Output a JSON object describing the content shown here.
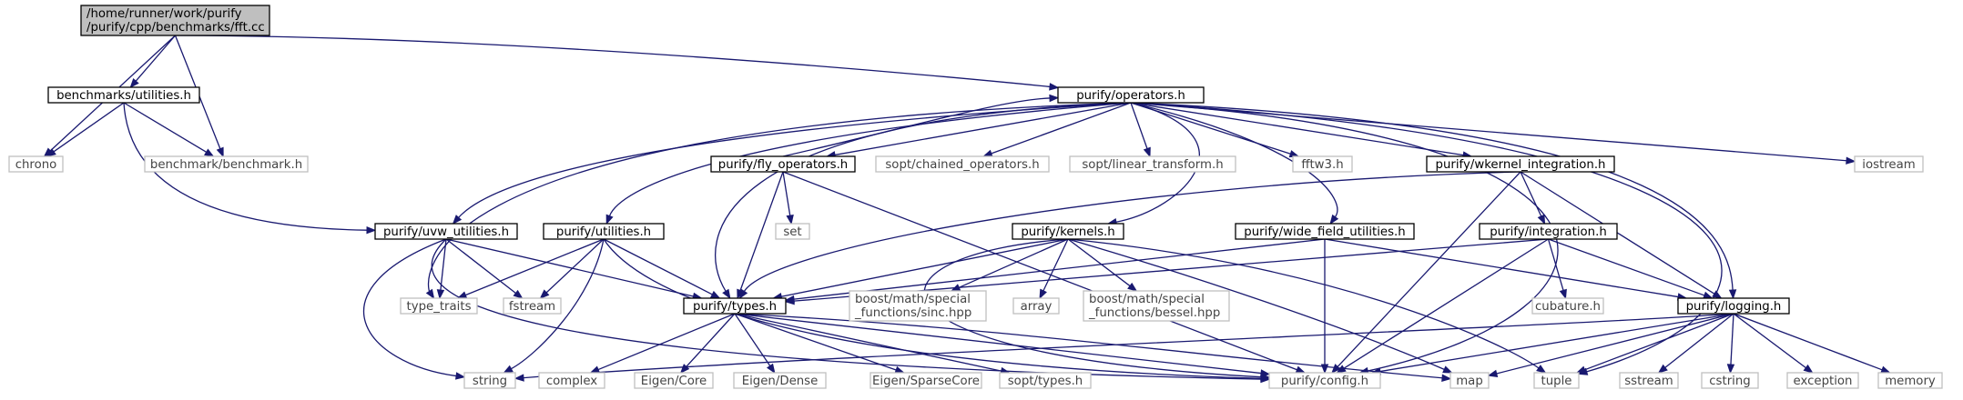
{
  "graph": {
    "colors": {
      "edge": "#191970",
      "root_fill": "#bfbfbf",
      "node_border": "#000000",
      "external_border": "#bfbfbf",
      "external_text": "#444444"
    },
    "nodes": [
      {
        "id": "fft_cc",
        "kind": "root",
        "lines": [
          "/home/runner/work/purify",
          "/purify/cpp/benchmarks/fft.cc"
        ]
      },
      {
        "id": "chrono",
        "kind": "external",
        "lines": [
          "chrono"
        ]
      },
      {
        "id": "bench_utilities",
        "kind": "internal",
        "lines": [
          "benchmarks/utilities.h"
        ]
      },
      {
        "id": "benchmark",
        "kind": "external",
        "lines": [
          "benchmark/benchmark.h"
        ]
      },
      {
        "id": "operators",
        "kind": "internal",
        "lines": [
          "purify/operators.h"
        ]
      },
      {
        "id": "iostream",
        "kind": "external",
        "lines": [
          "iostream"
        ]
      },
      {
        "id": "fly_operators",
        "kind": "internal",
        "lines": [
          "purify/fly_operators.h"
        ]
      },
      {
        "id": "chained_operators",
        "kind": "external",
        "lines": [
          "sopt/chained_operators.h"
        ]
      },
      {
        "id": "linear_transform",
        "kind": "external",
        "lines": [
          "sopt/linear_transform.h"
        ]
      },
      {
        "id": "fftw3",
        "kind": "external",
        "lines": [
          "fftw3.h"
        ]
      },
      {
        "id": "wkernel",
        "kind": "internal",
        "lines": [
          "purify/wkernel_integration.h"
        ]
      },
      {
        "id": "set",
        "kind": "external",
        "lines": [
          "set"
        ]
      },
      {
        "id": "uvw_utilities",
        "kind": "internal",
        "lines": [
          "purify/uvw_utilities.h"
        ]
      },
      {
        "id": "utilities",
        "kind": "internal",
        "lines": [
          "purify/utilities.h"
        ]
      },
      {
        "id": "kernels",
        "kind": "internal",
        "lines": [
          "purify/kernels.h"
        ]
      },
      {
        "id": "wide_field",
        "kind": "internal",
        "lines": [
          "purify/wide_field_utilities.h"
        ]
      },
      {
        "id": "integration",
        "kind": "internal",
        "lines": [
          "purify/integration.h"
        ]
      },
      {
        "id": "type_traits",
        "kind": "external",
        "lines": [
          "type_traits"
        ]
      },
      {
        "id": "fstream",
        "kind": "external",
        "lines": [
          "fstream"
        ]
      },
      {
        "id": "types",
        "kind": "internal",
        "lines": [
          "purify/types.h"
        ]
      },
      {
        "id": "sinc",
        "kind": "external",
        "lines": [
          "boost/math/special",
          "_functions/sinc.hpp"
        ]
      },
      {
        "id": "array",
        "kind": "external",
        "lines": [
          "array"
        ]
      },
      {
        "id": "bessel",
        "kind": "external",
        "lines": [
          "boost/math/special",
          "_functions/bessel.hpp"
        ]
      },
      {
        "id": "cubature",
        "kind": "external",
        "lines": [
          "cubature.h"
        ]
      },
      {
        "id": "logging",
        "kind": "internal",
        "lines": [
          "purify/logging.h"
        ]
      },
      {
        "id": "string",
        "kind": "external",
        "lines": [
          "string"
        ]
      },
      {
        "id": "complex",
        "kind": "external",
        "lines": [
          "complex"
        ]
      },
      {
        "id": "eigen_core",
        "kind": "external",
        "lines": [
          "Eigen/Core"
        ]
      },
      {
        "id": "eigen_dense",
        "kind": "external",
        "lines": [
          "Eigen/Dense"
        ]
      },
      {
        "id": "eigen_sparse",
        "kind": "external",
        "lines": [
          "Eigen/SparseCore"
        ]
      },
      {
        "id": "sopt_types",
        "kind": "external",
        "lines": [
          "sopt/types.h"
        ]
      },
      {
        "id": "config",
        "kind": "external",
        "lines": [
          "purify/config.h"
        ]
      },
      {
        "id": "map",
        "kind": "external",
        "lines": [
          "map"
        ]
      },
      {
        "id": "tuple",
        "kind": "external",
        "lines": [
          "tuple"
        ]
      },
      {
        "id": "sstream",
        "kind": "external",
        "lines": [
          "sstream"
        ]
      },
      {
        "id": "cstring",
        "kind": "external",
        "lines": [
          "cstring"
        ]
      },
      {
        "id": "exception",
        "kind": "external",
        "lines": [
          "exception"
        ]
      },
      {
        "id": "memory",
        "kind": "external",
        "lines": [
          "memory"
        ]
      }
    ],
    "edges": [
      {
        "from": "fft_cc",
        "to": "chrono"
      },
      {
        "from": "fft_cc",
        "to": "bench_utilities"
      },
      {
        "from": "fft_cc",
        "to": "benchmark"
      },
      {
        "from": "fft_cc",
        "to": "operators"
      },
      {
        "from": "bench_utilities",
        "to": "chrono"
      },
      {
        "from": "bench_utilities",
        "to": "benchmark"
      },
      {
        "from": "bench_utilities",
        "to": "uvw_utilities"
      },
      {
        "from": "operators",
        "to": "iostream"
      },
      {
        "from": "operators",
        "to": "fly_operators"
      },
      {
        "from": "operators",
        "to": "chained_operators"
      },
      {
        "from": "operators",
        "to": "linear_transform"
      },
      {
        "from": "operators",
        "to": "fftw3"
      },
      {
        "from": "operators",
        "to": "wkernel"
      },
      {
        "from": "operators",
        "to": "uvw_utilities"
      },
      {
        "from": "operators",
        "to": "utilities"
      },
      {
        "from": "operators",
        "to": "kernels"
      },
      {
        "from": "operators",
        "to": "wide_field"
      },
      {
        "from": "operators",
        "to": "type_traits"
      },
      {
        "from": "operators",
        "to": "types"
      },
      {
        "from": "operators",
        "to": "logging"
      },
      {
        "from": "operators",
        "to": "config"
      },
      {
        "from": "operators",
        "to": "tuple"
      },
      {
        "from": "fly_operators",
        "to": "operators"
      },
      {
        "from": "fly_operators",
        "to": "set"
      },
      {
        "from": "fly_operators",
        "to": "types"
      },
      {
        "from": "fly_operators",
        "to": "config"
      },
      {
        "from": "wkernel",
        "to": "integration"
      },
      {
        "from": "wkernel",
        "to": "logging"
      },
      {
        "from": "wkernel",
        "to": "types"
      },
      {
        "from": "wkernel",
        "to": "config"
      },
      {
        "from": "uvw_utilities",
        "to": "type_traits"
      },
      {
        "from": "uvw_utilities",
        "to": "fstream"
      },
      {
        "from": "uvw_utilities",
        "to": "types"
      },
      {
        "from": "uvw_utilities",
        "to": "string"
      },
      {
        "from": "uvw_utilities",
        "to": "config"
      },
      {
        "from": "utilities",
        "to": "type_traits"
      },
      {
        "from": "utilities",
        "to": "fstream"
      },
      {
        "from": "utilities",
        "to": "types"
      },
      {
        "from": "utilities",
        "to": "string"
      },
      {
        "from": "utilities",
        "to": "config"
      },
      {
        "from": "kernels",
        "to": "types"
      },
      {
        "from": "kernels",
        "to": "sinc"
      },
      {
        "from": "kernels",
        "to": "array"
      },
      {
        "from": "kernels",
        "to": "bessel"
      },
      {
        "from": "kernels",
        "to": "config"
      },
      {
        "from": "kernels",
        "to": "map"
      },
      {
        "from": "kernels",
        "to": "tuple"
      },
      {
        "from": "wide_field",
        "to": "types"
      },
      {
        "from": "wide_field",
        "to": "logging"
      },
      {
        "from": "wide_field",
        "to": "config"
      },
      {
        "from": "integration",
        "to": "types"
      },
      {
        "from": "integration",
        "to": "cubature"
      },
      {
        "from": "integration",
        "to": "logging"
      },
      {
        "from": "integration",
        "to": "config"
      },
      {
        "from": "types",
        "to": "complex"
      },
      {
        "from": "types",
        "to": "eigen_core"
      },
      {
        "from": "types",
        "to": "eigen_dense"
      },
      {
        "from": "types",
        "to": "eigen_sparse"
      },
      {
        "from": "types",
        "to": "sopt_types"
      },
      {
        "from": "types",
        "to": "config"
      },
      {
        "from": "types",
        "to": "map"
      },
      {
        "from": "logging",
        "to": "string"
      },
      {
        "from": "logging",
        "to": "config"
      },
      {
        "from": "logging",
        "to": "map"
      },
      {
        "from": "logging",
        "to": "tuple"
      },
      {
        "from": "logging",
        "to": "sstream"
      },
      {
        "from": "logging",
        "to": "cstring"
      },
      {
        "from": "logging",
        "to": "exception"
      },
      {
        "from": "logging",
        "to": "memory"
      }
    ]
  }
}
